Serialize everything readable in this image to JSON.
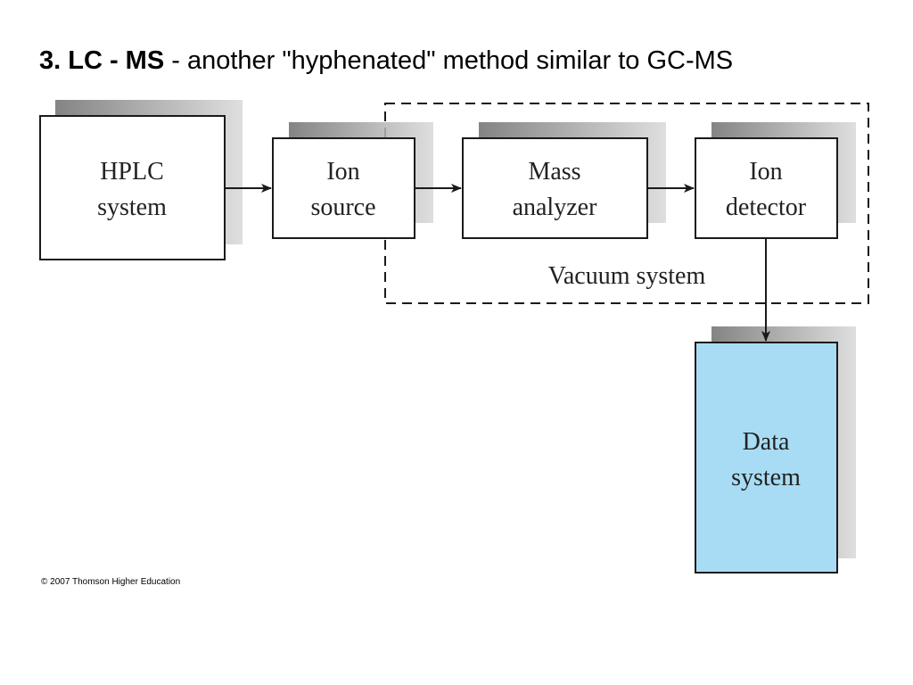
{
  "title": {
    "bold": "3. LC - MS",
    "rest": " - another \"hyphenated\" method similar to GC-MS"
  },
  "diagram": {
    "boxes": {
      "hplc": {
        "line1": "HPLC",
        "line2": "system"
      },
      "ion_source": {
        "line1": "Ion",
        "line2": "source"
      },
      "mass_analyzer": {
        "line1": "Mass",
        "line2": "analyzer"
      },
      "ion_detector": {
        "line1": "Ion",
        "line2": "detector"
      },
      "data_system": {
        "line1": "Data",
        "line2": "system"
      }
    },
    "vacuum_label": "Vacuum system",
    "colors": {
      "data_system_fill": "#a8dcf5",
      "box_fill": "#ffffff",
      "shadow": "#8c8c8c",
      "stroke": "#1a1a1a"
    }
  },
  "copyright": "© 2007 Thomson Higher Education"
}
